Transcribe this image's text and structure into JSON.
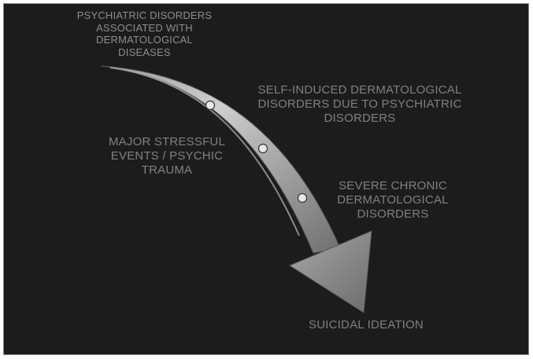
{
  "diagram": {
    "labels": {
      "psychiatric_disorders": "PSYCHIATRIC DISORDERS\nASSOCIATED WITH\nDERMATOLOGICAL\nDISEASES",
      "self_induced": "SELF-INDUCED DERMATOLOGICAL\nDISORDERS DUE TO PSYCHIATRIC\nDISORDERS",
      "major_stressful": "MAJOR STRESSFUL\nEVENTS / PSYCHIC TRAUMA",
      "severe_chronic": "SEVERE CHRONIC\nDERMATOLOGICAL\nDISORDERS",
      "suicidal_ideation": "SUICIDAL IDEATION"
    },
    "colors": {
      "background": "#1c1c1c",
      "text": "#808080",
      "arrow_light": "#d8d8d8",
      "arrow_dark": "#7a7a7a"
    }
  }
}
